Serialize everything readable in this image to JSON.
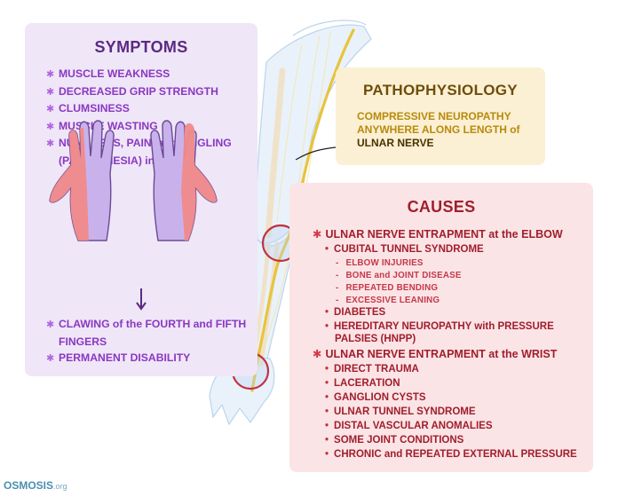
{
  "symptoms": {
    "title": "SYMPTOMS",
    "list_top": [
      "MUSCLE WEAKNESS",
      "DECREASED GRIP STRENGTH",
      "CLUMSINESS",
      "MUSCLE WASTING",
      "NUMBNESS, PAIN, and TINGLING (PARESTHESIA) in HAND"
    ],
    "list_bottom": [
      "CLAWING of the FOURTH and FIFTH FINGERS",
      "PERMANENT DISABILITY"
    ]
  },
  "pathophysiology": {
    "title": "PATHOPHYSIOLOGY",
    "text": "COMPRESSIVE NEUROPATHY ANYWHERE ALONG LENGTH of",
    "nerve": "ULNAR NERVE"
  },
  "causes": {
    "title": "CAUSES",
    "elbow_heading": "ULNAR NERVE ENTRAPMENT at the ELBOW",
    "cubital": "CUBITAL TUNNEL SYNDROME",
    "cubital_sub": [
      "ELBOW INJURIES",
      "BONE and JOINT DISEASE",
      "REPEATED BENDING",
      "EXCESSIVE LEANING"
    ],
    "diabetes": "DIABETES",
    "hnpp_1": "HEREDITARY NEUROPATHY with PRESSURE",
    "hnpp_2": "PALSIES (HNPP)",
    "wrist_heading": "ULNAR NERVE ENTRAPMENT at the WRIST",
    "wrist_items": [
      "DIRECT TRAUMA",
      "LACERATION",
      "GANGLION CYSTS",
      "ULNAR TUNNEL SYNDROME",
      "DISTAL VASCULAR ANOMALIES",
      "SOME JOINT CONDITIONS",
      "CHRONIC and REPEATED EXTERNAL PRESSURE"
    ]
  },
  "logo": {
    "brand": "OSMOSIS",
    "suffix": ".org"
  },
  "colors": {
    "symptoms_bg": "#efe6f7",
    "patho_bg": "#fbf0d3",
    "causes_bg": "#fbe4e6",
    "nerve": "#e8c43c",
    "highlight_circle": "#c0323f"
  }
}
